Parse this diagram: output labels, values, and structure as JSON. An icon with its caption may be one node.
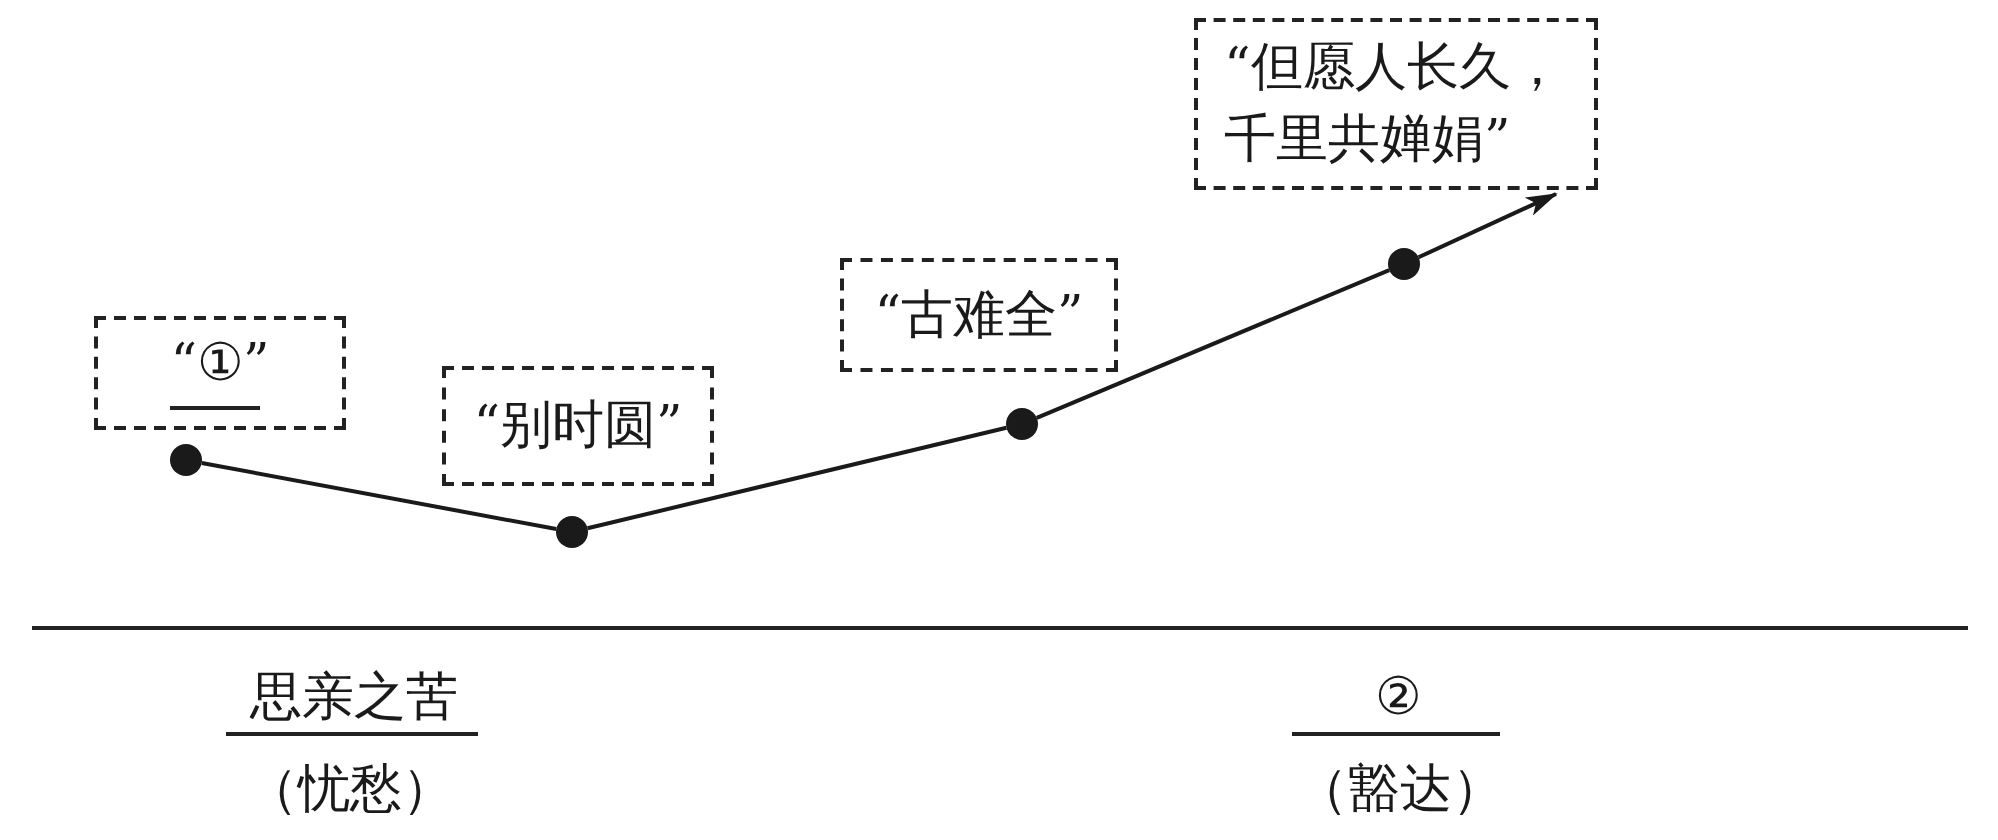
{
  "diagram": {
    "nodes": [
      {
        "text": [
          "“①”"
        ]
      },
      {
        "text": [
          "“别时圆”"
        ]
      },
      {
        "text": [
          "“古难全”"
        ]
      },
      {
        "text": [
          "“但愿人长久，千里共婵娟”"
        ]
      },
      {
        "text": [],
        "shape": "circle"
      },
      {
        "text": [],
        "shape": "circle"
      },
      {
        "text": [],
        "shape": "circle"
      },
      {
        "text": [],
        "shape": "circle"
      }
    ],
    "edges": [
      {
        "from": 4,
        "to": 5,
        "arrow": "none"
      },
      {
        "from": 5,
        "to": 6,
        "arrow": "none"
      },
      {
        "from": 6,
        "to": 7,
        "arrow": "none"
      },
      {
        "from": 7,
        "to": 3,
        "arrow": "to"
      }
    ],
    "labels": [
      "思亲之苦",
      "（忧愁）",
      "②",
      "（豁达）"
    ]
  }
}
